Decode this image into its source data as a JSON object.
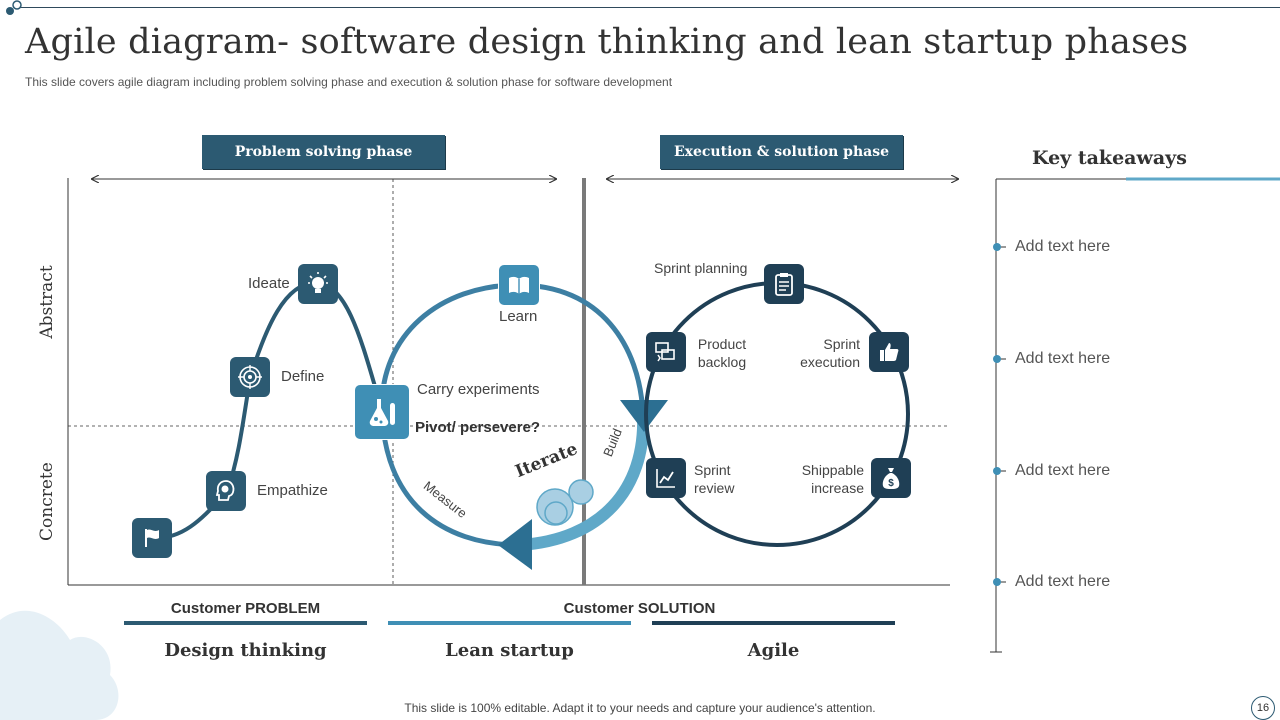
{
  "header": {
    "title": "Agile diagram- software design thinking and lean startup phases",
    "subtitle": "This slide covers agile diagram including problem solving phase and execution & solution phase for software development"
  },
  "phases": {
    "problem": "Problem solving phase",
    "execution": "Execution & solution phase"
  },
  "axes": {
    "top": "Abstract",
    "bottom": "Concrete"
  },
  "design_thinking": {
    "ideate": "Ideate",
    "define": "Define",
    "empathize": "Empathize"
  },
  "lean_startup": {
    "learn": "Learn",
    "carry": "Carry experiments",
    "pivot": "Pivot/ persevere?",
    "iterate": "Iterate",
    "build": "Build",
    "measure": "Measure"
  },
  "agile": {
    "sprint_planning": "Sprint planning",
    "product_backlog_1": "Product",
    "product_backlog_2": "backlog",
    "sprint_execution_1": "Sprint",
    "sprint_execution_2": "execution",
    "sprint_review_1": "Sprint",
    "sprint_review_2": "review",
    "shippable_1": "Shippable",
    "shippable_2": "increase"
  },
  "bottom": {
    "customer_problem": "Customer PROBLEM",
    "customer_solution": "Customer SOLUTION",
    "design_thinking": "Design thinking",
    "lean_startup": "Lean startup",
    "agile": "Agile"
  },
  "takeaways": {
    "title": "Key takeaways",
    "items": [
      "Add text here",
      "Add text here",
      "Add text here",
      "Add text here"
    ]
  },
  "footer": {
    "note": "This slide is 100% editable. Adapt it to your needs and capture your audience's attention.",
    "page": "16"
  },
  "colors": {
    "primary": "#2c5a72",
    "dark": "#1f3f55",
    "light": "#3f8fb5",
    "accent": "#5fa8c8"
  }
}
